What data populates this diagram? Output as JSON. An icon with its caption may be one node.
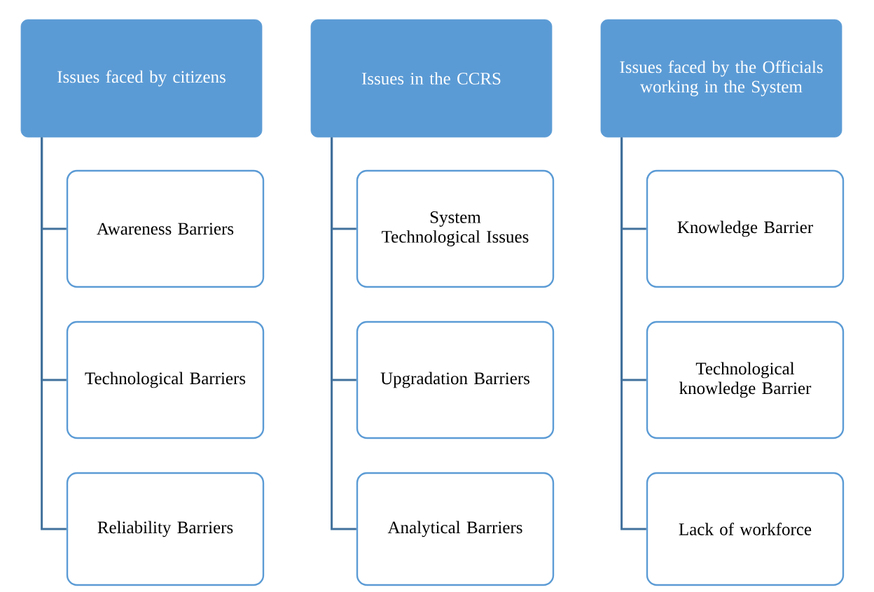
{
  "diagram": {
    "nodes": [
      {
        "text": [
          "Issues faced by citizens"
        ]
      },
      {
        "text": [
          "Awareness Barriers"
        ]
      },
      {
        "text": [
          "Technological Barriers"
        ]
      },
      {
        "text": [
          "Reliability Barriers"
        ]
      },
      {
        "text": [
          "Issues in the CCRS"
        ]
      },
      {
        "text": [
          "System Technological Issues"
        ]
      },
      {
        "text": [
          "Upgradation Barriers"
        ]
      },
      {
        "text": [
          "Analytical Barriers"
        ]
      },
      {
        "text": [
          "Issues faced by the Officials working in the System"
        ]
      },
      {
        "text": [
          "Knowledge Barrier"
        ]
      },
      {
        "text": [
          "Technological knowledge Barrier"
        ]
      },
      {
        "text": [
          "Lack of workforce"
        ]
      }
    ],
    "edges": [
      {
        "from": 0,
        "to": 1,
        "arrow": "none"
      },
      {
        "from": 0,
        "to": 2,
        "arrow": "none"
      },
      {
        "from": 0,
        "to": 3,
        "arrow": "none"
      },
      {
        "from": 4,
        "to": 5,
        "arrow": "none"
      },
      {
        "from": 4,
        "to": 6,
        "arrow": "none"
      },
      {
        "from": 4,
        "to": 7,
        "arrow": "none"
      },
      {
        "from": 8,
        "to": 9,
        "arrow": "none"
      },
      {
        "from": 8,
        "to": 10,
        "arrow": "none"
      },
      {
        "from": 8,
        "to": 11,
        "arrow": "none"
      }
    ]
  }
}
